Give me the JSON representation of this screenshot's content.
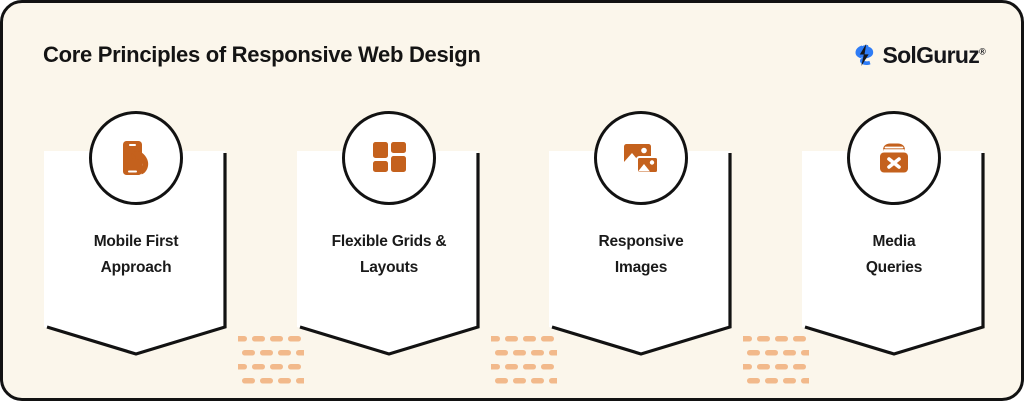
{
  "header": {
    "title": "Core Principles of Responsive Web Design",
    "logo": {
      "name": "SolGuruz",
      "trademark": "®",
      "mark_icon": "solguruz-swirl-icon"
    }
  },
  "colors": {
    "background": "#FBF6EB",
    "frame_border": "#121212",
    "card_fill": "#FFFFFF",
    "card_outline": "#121212",
    "accent_orange": "#C4611D",
    "connector_dash": "#F2B98B",
    "logo_blue": "#2E7CF6",
    "text_dark": "#141414"
  },
  "cards": [
    {
      "label_line1": "Mobile First",
      "label_line2": "Approach",
      "icon": "hand-holding-phone-icon"
    },
    {
      "label_line1": "Flexible Grids &",
      "label_line2": "Layouts",
      "icon": "grid-blocks-icon"
    },
    {
      "label_line1": "Responsive",
      "label_line2": "Images",
      "icon": "photos-stack-icon"
    },
    {
      "label_line1": "Media",
      "label_line2": "Queries",
      "icon": "box-with-x-icon"
    }
  ],
  "connectors": [
    {
      "name": "dashed-connector-1"
    },
    {
      "name": "dashed-connector-2"
    },
    {
      "name": "dashed-connector-3"
    }
  ]
}
